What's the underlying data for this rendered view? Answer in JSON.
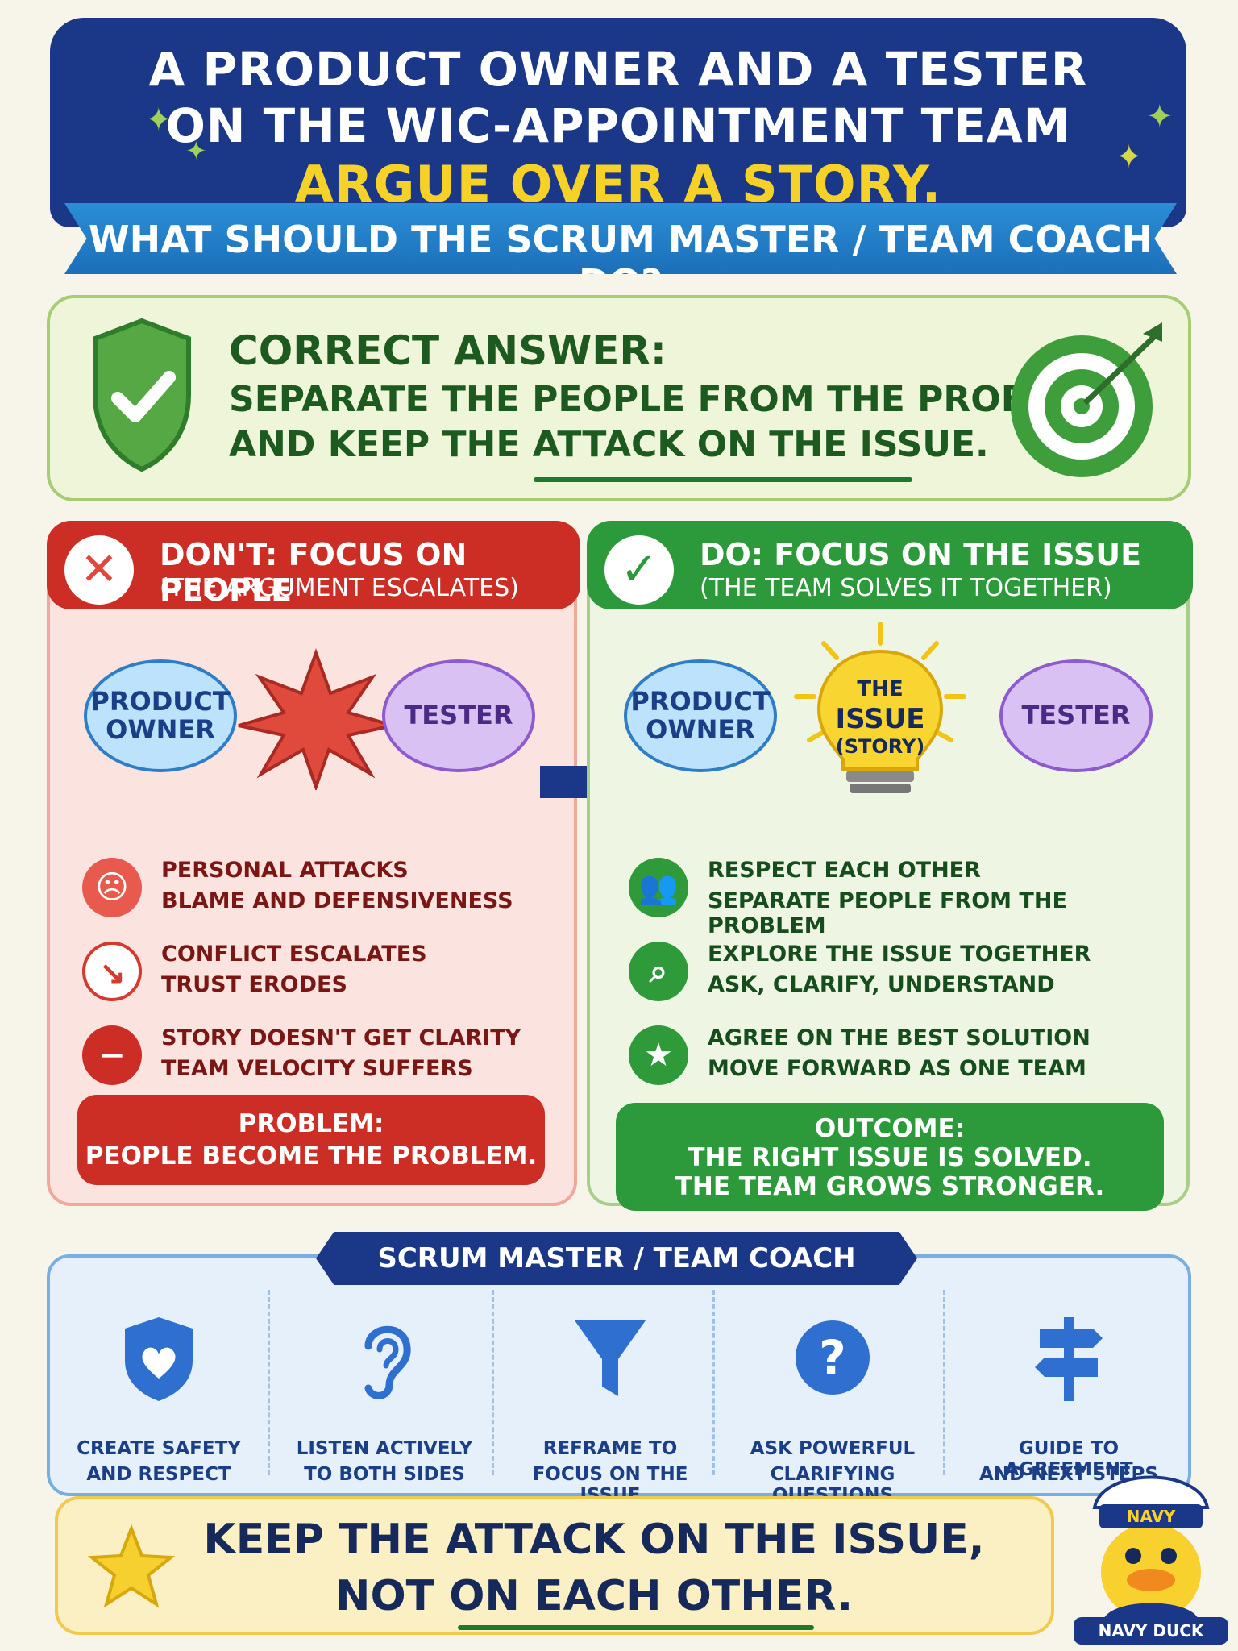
{
  "header": {
    "line1": "A PRODUCT OWNER AND A TESTER",
    "line2": "ON THE WIC-APPOINTMENT TEAM",
    "line3": "ARGUE OVER A STORY.",
    "banner": "WHAT SHOULD THE SCRUM MASTER / TEAM COACH DO?"
  },
  "answer": {
    "title": "CORRECT ANSWER:",
    "line1": "SEPARATE THE PEOPLE FROM THE PROBLEM",
    "line2": "AND KEEP THE ATTACK ON THE ISSUE."
  },
  "dont": {
    "title": "DON'T: FOCUS ON PEOPLE",
    "subtitle": "(THE ARGUMENT ESCALATES)",
    "bubble_left": "PRODUCT OWNER",
    "bubble_right": "TESTER",
    "items": [
      {
        "a": "PERSONAL ATTACKS",
        "b": "BLAME AND DEFENSIVENESS"
      },
      {
        "a": "CONFLICT ESCALATES",
        "b": "TRUST ERODES"
      },
      {
        "a": "STORY DOESN'T GET CLARITY",
        "b": "TEAM VELOCITY SUFFERS"
      }
    ],
    "footer1": "PROBLEM:",
    "footer2": "PEOPLE BECOME THE PROBLEM."
  },
  "do": {
    "title": "DO: FOCUS ON THE ISSUE",
    "subtitle": "(THE TEAM SOLVES IT TOGETHER)",
    "bubble_left": "PRODUCT OWNER",
    "bubble_right": "TESTER",
    "bulb1": "THE",
    "bulb2": "ISSUE",
    "bulb3": "(STORY)",
    "items": [
      {
        "a": "RESPECT EACH OTHER",
        "b": "SEPARATE PEOPLE FROM THE PROBLEM"
      },
      {
        "a": "EXPLORE THE ISSUE TOGETHER",
        "b": "ASK, CLARIFY, UNDERSTAND"
      },
      {
        "a": "AGREE ON THE BEST SOLUTION",
        "b": "MOVE FORWARD AS ONE TEAM"
      }
    ],
    "footer1": "OUTCOME:",
    "footer2": "THE RIGHT ISSUE IS SOLVED.",
    "footer3": "THE TEAM GROWS STRONGER."
  },
  "actions": {
    "title": "SCRUM MASTER / TEAM COACH ACTIONS",
    "items": [
      {
        "a": "CREATE SAFETY",
        "b": "AND RESPECT",
        "icon": "heart-shield-icon"
      },
      {
        "a": "LISTEN ACTIVELY",
        "b": "TO BOTH SIDES",
        "icon": "ear-icon"
      },
      {
        "a": "REFRAME TO",
        "b": "FOCUS ON THE ISSUE",
        "icon": "funnel-icon"
      },
      {
        "a": "ASK POWERFUL",
        "b": "CLARIFYING QUESTIONS",
        "icon": "question-icon"
      },
      {
        "a": "GUIDE TO AGREEMENT",
        "b": "AND NEXT STEPS",
        "icon": "signpost-icon"
      }
    ]
  },
  "closing": {
    "line1": "KEEP THE ATTACK ON THE ISSUE,",
    "line2": "NOT ON EACH OTHER."
  },
  "mascot": {
    "hat": "NAVY",
    "label": "NAVY DUCK"
  }
}
